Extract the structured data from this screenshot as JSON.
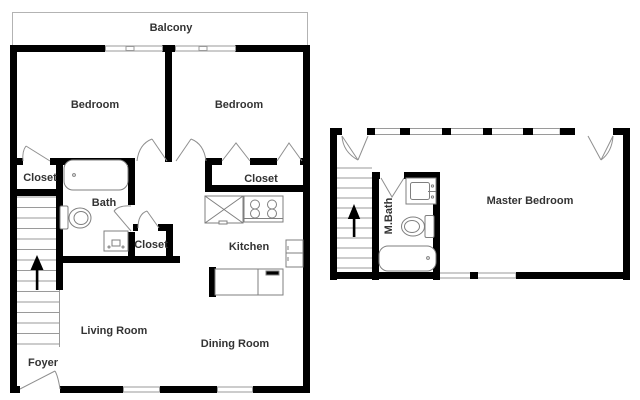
{
  "floorplan": {
    "colors": {
      "wall": "#000000",
      "thin": "#9a9a9a",
      "door": "#8f8f8f",
      "fixture": "#7f7f7f",
      "label": "#333333",
      "balcony_line": "#b3b3b3",
      "background": "#ffffff"
    },
    "unit_main": {
      "balcony": "Balcony",
      "bedroom_left": "Bedroom",
      "bedroom_right": "Bedroom",
      "closet_left": "Closet",
      "closet_hall": "Closet",
      "closet_bedroom2": "Closet",
      "bath": "Bath",
      "kitchen": "Kitchen",
      "living_room": "Living Room",
      "dining_room": "Dining Room",
      "foyer": "Foyer"
    },
    "unit_upper": {
      "master_bedroom": "Master Bedroom",
      "master_bath": "M.Bath"
    }
  }
}
